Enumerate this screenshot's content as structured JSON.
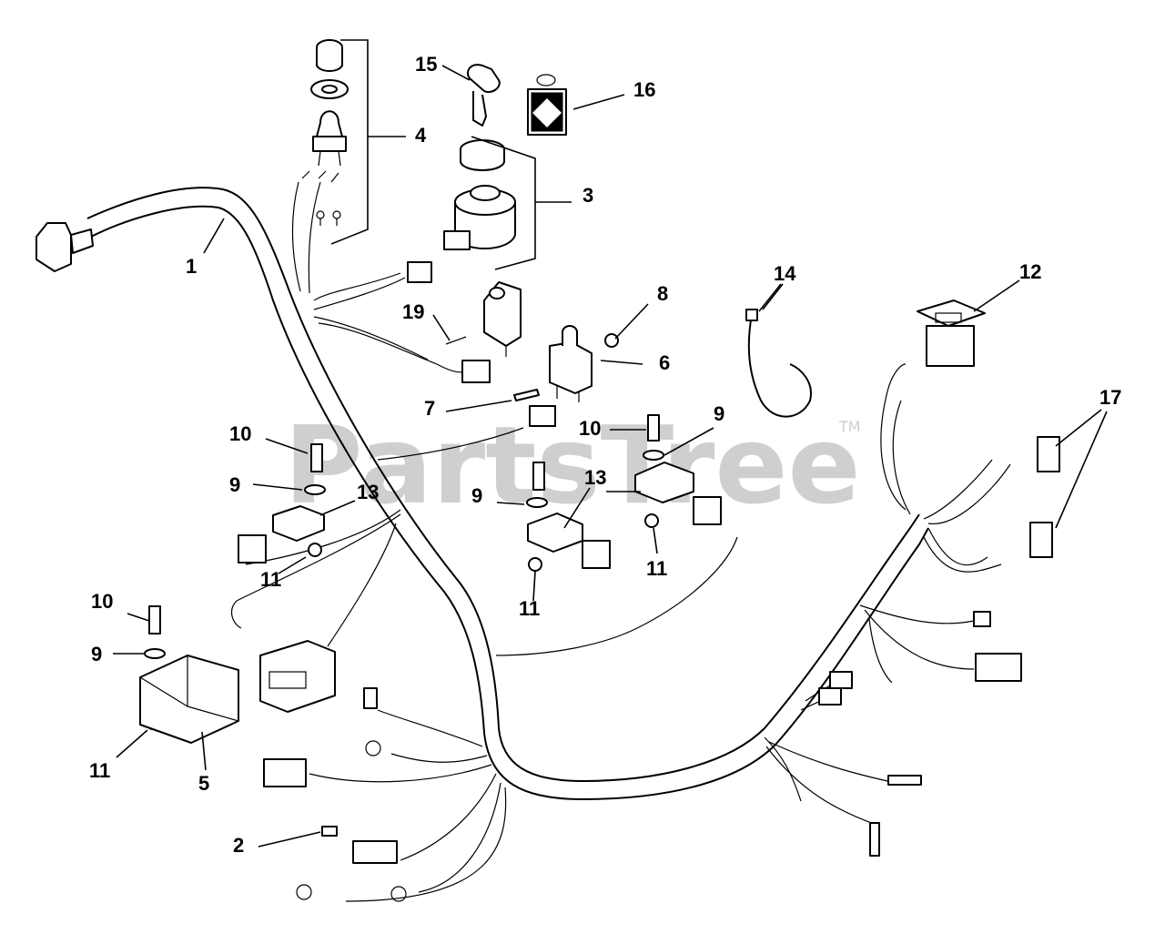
{
  "watermark": {
    "text": "PartsTree",
    "trademark": "TM"
  },
  "callouts": {
    "c1": "1",
    "c2": "2",
    "c3": "3",
    "c4": "4",
    "c5": "5",
    "c6": "6",
    "c7": "7",
    "c8": "8",
    "c9a": "9",
    "c9b": "9",
    "c9c": "9",
    "c9d": "9",
    "c10a": "10",
    "c10b": "10",
    "c10c": "10",
    "c11a": "11",
    "c11b": "11",
    "c11c": "11",
    "c11d": "11",
    "c12": "12",
    "c13a": "13",
    "c13b": "13",
    "c14": "14",
    "c15": "15",
    "c16": "16",
    "c17": "17",
    "c19": "19"
  }
}
